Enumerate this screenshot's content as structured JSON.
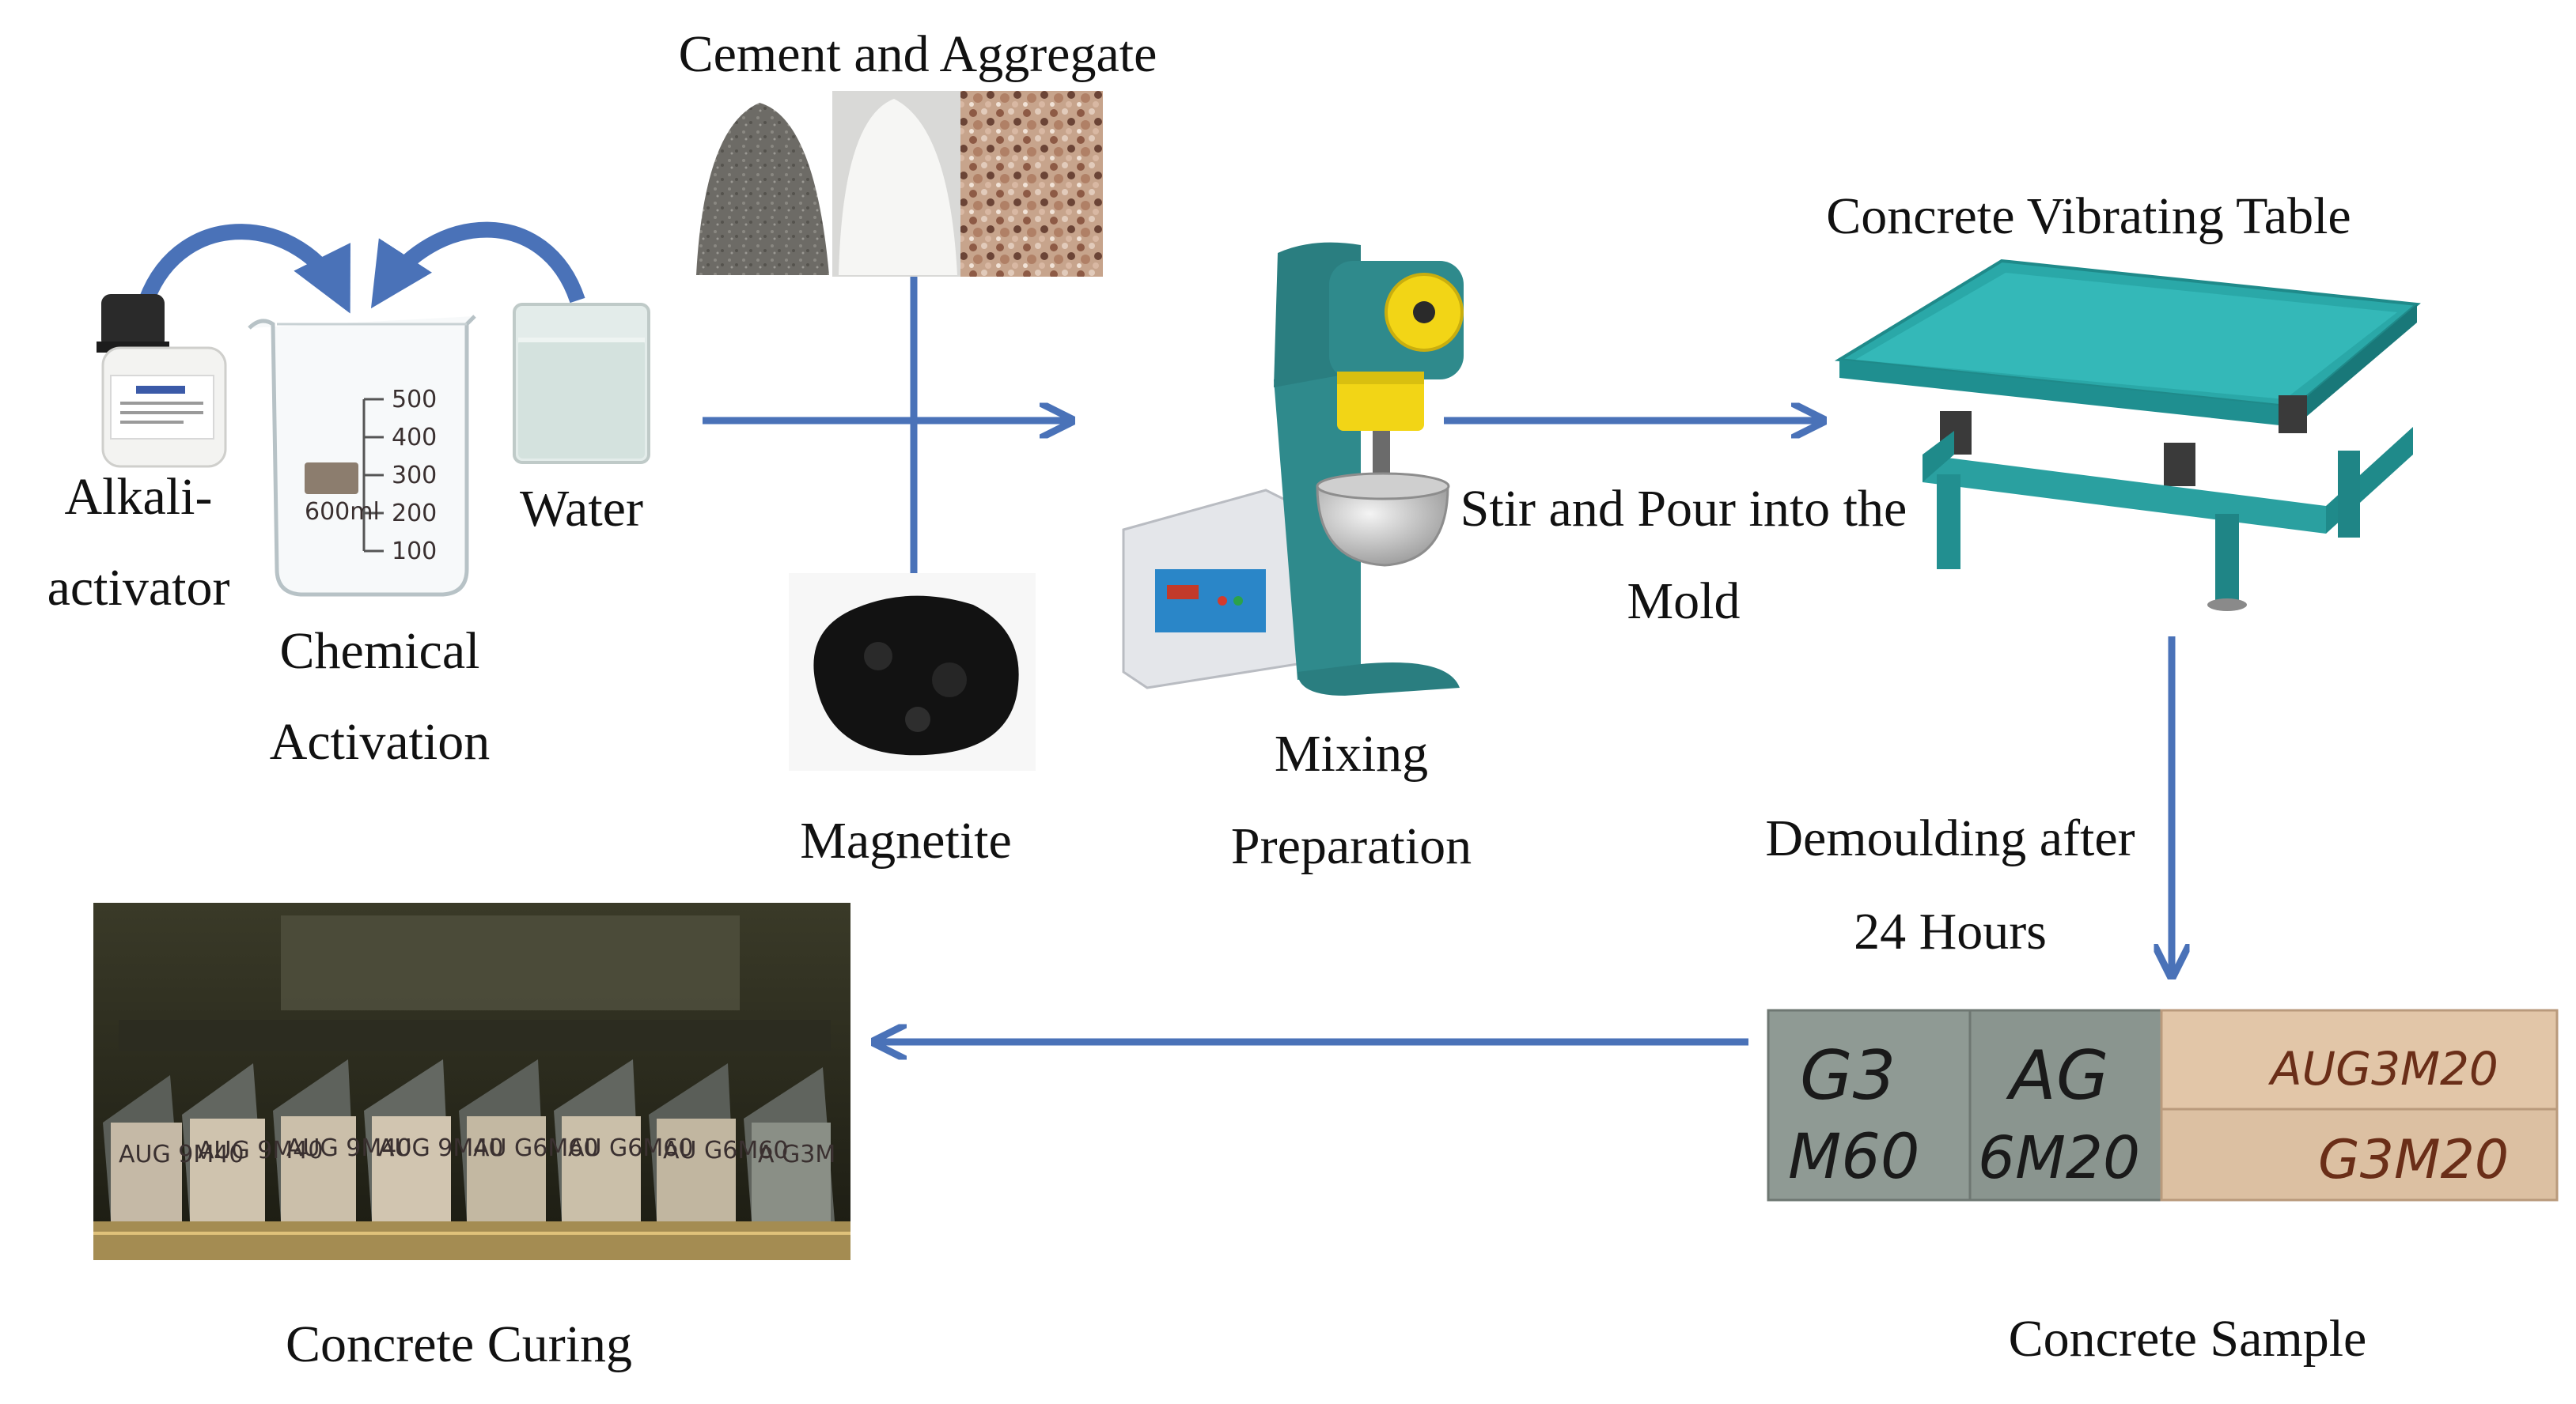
{
  "labels": {
    "cement_aggregate": "Cement and Aggregate",
    "alkali_line1": "Alkali-",
    "alkali_line2": "activator",
    "water": "Water",
    "chemical_line1": "Chemical",
    "chemical_line2": "Activation",
    "magnetite": "Magnetite",
    "mixing_line1": "Mixing",
    "mixing_line2": "Preparation",
    "stir_line1": "Stir and Pour into the",
    "stir_line2": "Mold",
    "vibrating_table": "Concrete Vibrating Table",
    "demould_line1": "Demoulding after",
    "demould_line2": "24 Hours",
    "concrete_sample": "Concrete Sample",
    "concrete_curing": "Concrete Curing"
  },
  "beaker": {
    "volume": "600ml",
    "ticks": [
      "500",
      "400",
      "300",
      "200",
      "100"
    ]
  },
  "samples": {
    "sample1_line1": "G3",
    "sample1_line2": "M60",
    "sample2_line1": "AG",
    "sample2_line2": "6M20",
    "sample3": "AUG3M20",
    "sample4": "G3M20"
  },
  "curing_tags": [
    "AUG 9M40",
    "AUG 9M40",
    "AUG 9M40",
    "AUG 9M40",
    "AU G6M60",
    "AU G6M60",
    "AU G6M60",
    "A G3M"
  ],
  "colors": {
    "arrow": "#4a72b8",
    "table": "#2aa8a8",
    "mixer": "#2f8a8c",
    "mixer_head": "#f2d516"
  }
}
